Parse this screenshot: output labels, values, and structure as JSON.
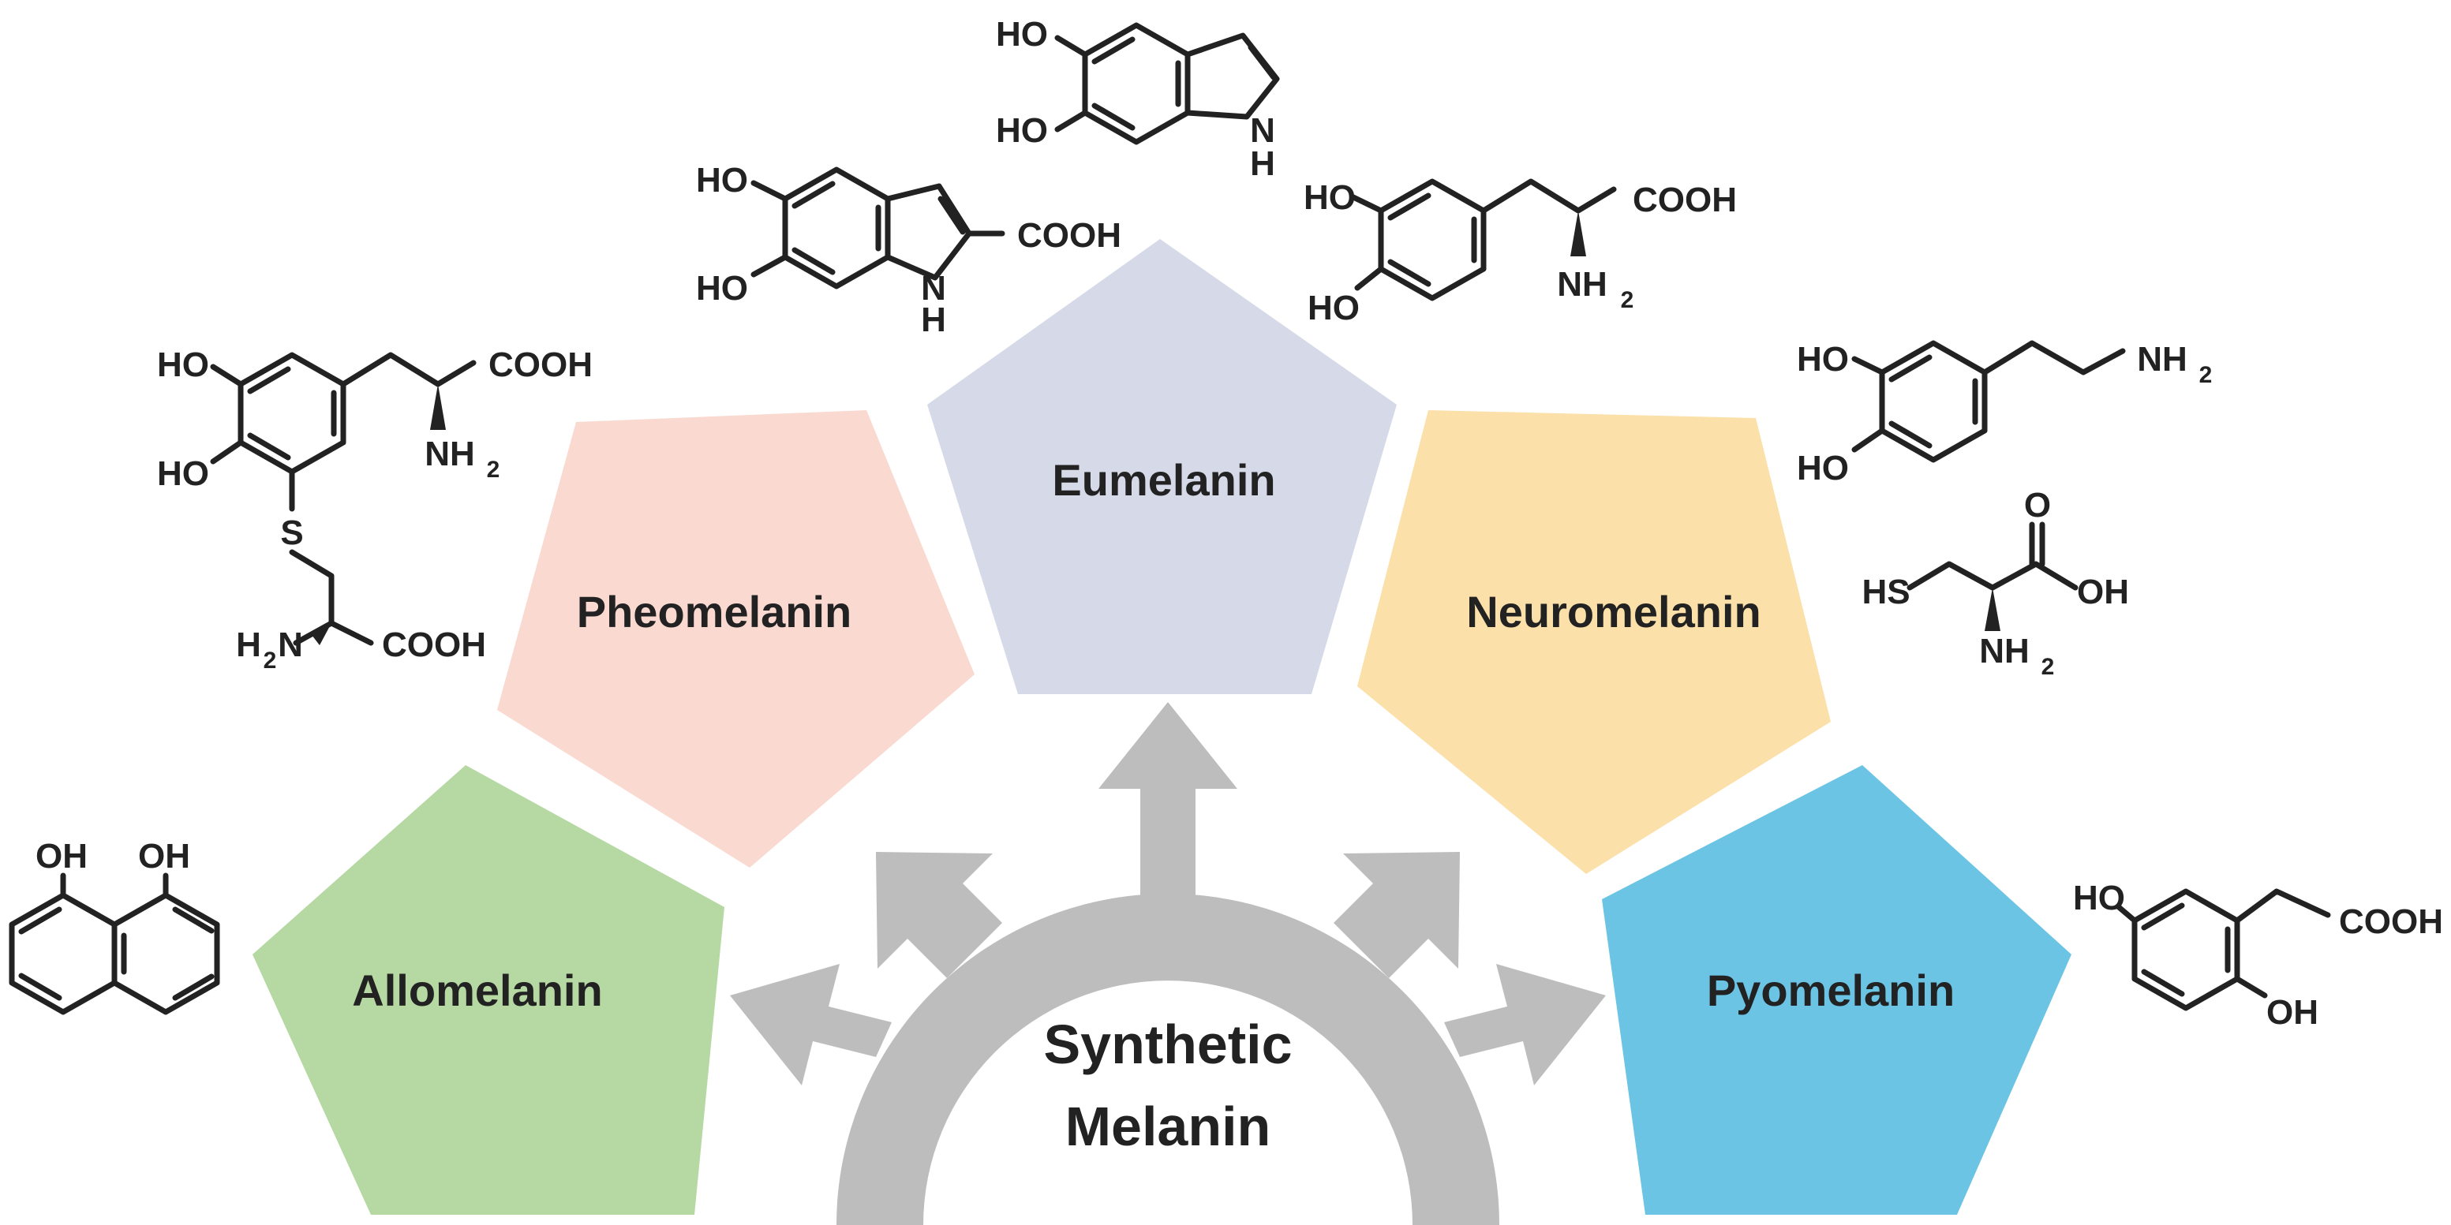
{
  "center": {
    "line1": "Synthetic",
    "line2": "Melanin"
  },
  "melanins": [
    {
      "name": "Eumelanin",
      "color": "#d6dae8"
    },
    {
      "name": "Pheomelanin",
      "color": "#f9d9d0"
    },
    {
      "name": "Neuromelanin",
      "color": "#fbe0a9"
    },
    {
      "name": "Allomelanin",
      "color": "#b6d8a3"
    },
    {
      "name": "Pyomelanin",
      "color": "#6cc4e4"
    }
  ],
  "arrow_color": "#bdbdbd",
  "atoms": {
    "HO": "HO",
    "OH": "OH",
    "N": "N",
    "H": "H",
    "S": "S",
    "O": "O",
    "HS": "HS",
    "COOH": "COOH",
    "NH": "NH",
    "H2N_H": "H",
    "H2N_N": "N",
    "two": "2"
  }
}
